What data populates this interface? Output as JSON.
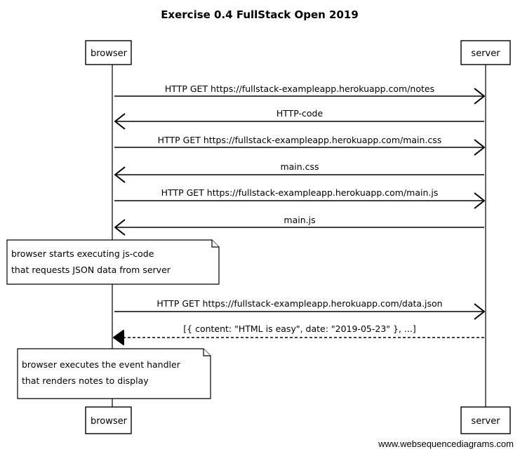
{
  "title": "Exercise 0.4 FullStack Open 2019",
  "participants": {
    "left": "browser",
    "right": "server"
  },
  "messages": [
    {
      "label": "HTTP GET https://fullstack-exampleapp.herokuapp.com/notes",
      "from": "browser",
      "to": "server",
      "style": "solid"
    },
    {
      "label": "HTTP-code",
      "from": "server",
      "to": "browser",
      "style": "solid"
    },
    {
      "label": "HTTP GET https://fullstack-exampleapp.herokuapp.com/main.css",
      "from": "browser",
      "to": "server",
      "style": "solid"
    },
    {
      "label": "main.css",
      "from": "server",
      "to": "browser",
      "style": "solid"
    },
    {
      "label": "HTTP GET https://fullstack-exampleapp.herokuapp.com/main.js",
      "from": "browser",
      "to": "server",
      "style": "solid"
    },
    {
      "label": "main.js",
      "from": "server",
      "to": "browser",
      "style": "solid"
    },
    {
      "label": "HTTP GET https://fullstack-exampleapp.herokuapp.com/data.json",
      "from": "browser",
      "to": "server",
      "style": "solid"
    },
    {
      "label": "[{ content: \"HTML is easy\", date: \"2019-05-23\" }, ...]",
      "from": "server",
      "to": "browser",
      "style": "dashed"
    }
  ],
  "notes": [
    {
      "lines": [
        "browser starts executing js-code",
        "that requests JSON data from server"
      ]
    },
    {
      "lines": [
        "browser executes the event handler",
        "that renders notes to display"
      ]
    }
  ],
  "watermark": "www.websequencediagrams.com"
}
